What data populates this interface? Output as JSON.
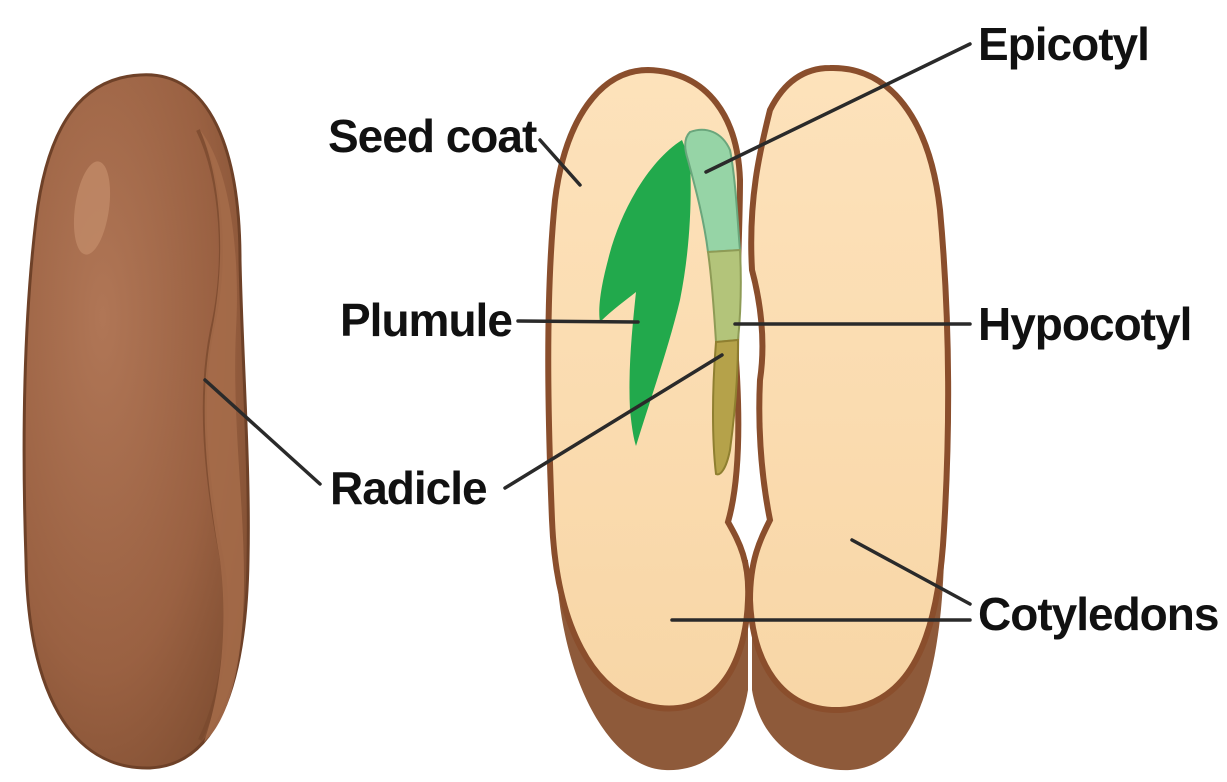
{
  "labels": {
    "epicotyl": "Epicotyl",
    "seed_coat": "Seed coat",
    "plumule": "Plumule",
    "hypocotyl": "Hypocotyl",
    "radicle": "Radicle",
    "cotyledons": "Cotyledons"
  },
  "colors": {
    "seed_coat": "#8e5a3a",
    "seed_coat_highlight": "#c08866",
    "cotyledon": "#fbdcb0",
    "cotyledon_outline": "#8a4e2c",
    "plumule": "#22a94c",
    "epicotyl": "#96d4a6",
    "hypocotyl": "#b3c47a",
    "radicle": "#b5a24a"
  }
}
